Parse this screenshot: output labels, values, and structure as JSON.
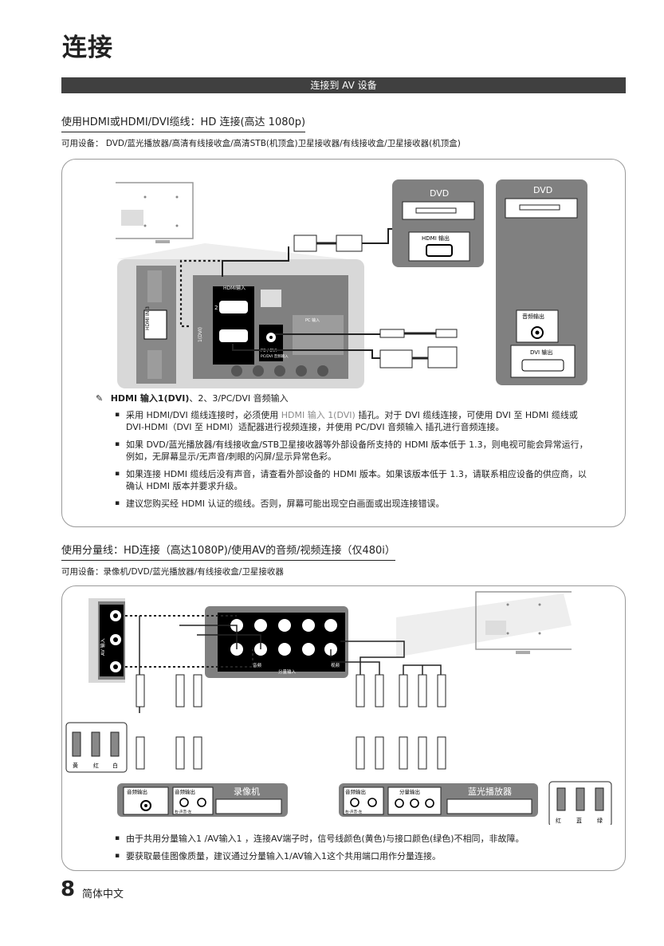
{
  "page": {
    "title": "连接",
    "section": "连接到 AV 设备",
    "page_number": "8",
    "language": "简体中文"
  },
  "hdmi_section": {
    "heading": "使用HDMI或HDMI/DVI缆线：HD 连接(高达 1080p)",
    "available": "可用设备： DVD/蓝光播放器/高清有线接收盒/高清STB(机顶盒)卫星接收器/有线接收盒/卫星接收器(机顶盒)",
    "dvd_label_1": "DVD",
    "dvd_label_2": "DVD",
    "hdmi_out": "HDMI 输出",
    "audio_out": "音频输出",
    "dvi_out": "DVI 输出",
    "tv_hdmi_in": "HDMI输入",
    "tv_audio": "PC/DVI 音频输入",
    "tv_port_1": "1(DVI)",
    "tv_port_2": "2",
    "pc_label": "PC 输入",
    "note_title_bold": "HDMI 输入1(DVI)",
    "note_title_rest": "、2、3/PC/DVI 音频输入",
    "bullet1_a": "采用 HDMI/DVI 缆线连接时，必须使用 ",
    "bullet1_grey": "HDMI 输入 1(DVI)",
    "bullet1_b": " 插孔。对于 DVI 缆线连接，可使用 DVI 至 HDMI 缆线或 DVI-HDMI（DVI 至 HDMI）适配器进行视频连接，并使用 PC/DVI 音频输入 插孔进行音频连接。",
    "bullet2": "如果 DVD/蓝光播放器/有线接收盒/STB卫星接收器等外部设备所支持的 HDMI 版本低于 1.3，则电视可能会异常运行，例如，无屏幕显示/无声音/刺眼的闪屏/显示异常色彩。",
    "bullet3": "如果连接 HDMI 缆线后没有声音，请查看外部设备的 HDMI 版本。如果该版本低于 1.3，请联系相应设备的供应商，以确认 HDMI 版本并要求升级。",
    "bullet4": "建议您购买经 HDMI 认证的缆线。否则，屏幕可能出现空白画面或出现连接错误。"
  },
  "component_section": {
    "heading": "使用分量线：HD连接（高达1080P)/使用AV的音频/视频连接（仅480i）",
    "available": "可用设备：录像机/DVD/蓝光播放器/有线接收盒/卫星接收器",
    "vcr_label": "录像机",
    "bluray_label": "蓝光播放器",
    "audio_out_1": "音频输出",
    "audio_out_2": "音频输出",
    "audio_out_3": "音频输出",
    "component_out": "分量输出",
    "lr_label_1": "右-声音-左",
    "lr_label_2": "右-声音-左",
    "av_in_label": "AV 输入",
    "component_in_label": "分量输入",
    "video_label": "视频",
    "audio_label": "音频",
    "color_yellow": "黄",
    "color_red": "红",
    "color_white": "白",
    "color_red2": "红",
    "color_blue": "蓝",
    "color_green": "绿",
    "bullet1": "由于共用分量输入1 /AV输入1 ，连接AV端子时，信号线颜色(黄色)与接口颜色(绿色)不相同，非故障。",
    "bullet2": "要获取最佳图像质量，建议通过分量输入1/AV输入1这个共用端口用作分量连接。"
  },
  "colors": {
    "dark_bar": "#404040",
    "panel_grey": "#9a9a9a",
    "device_grey": "#808080"
  }
}
